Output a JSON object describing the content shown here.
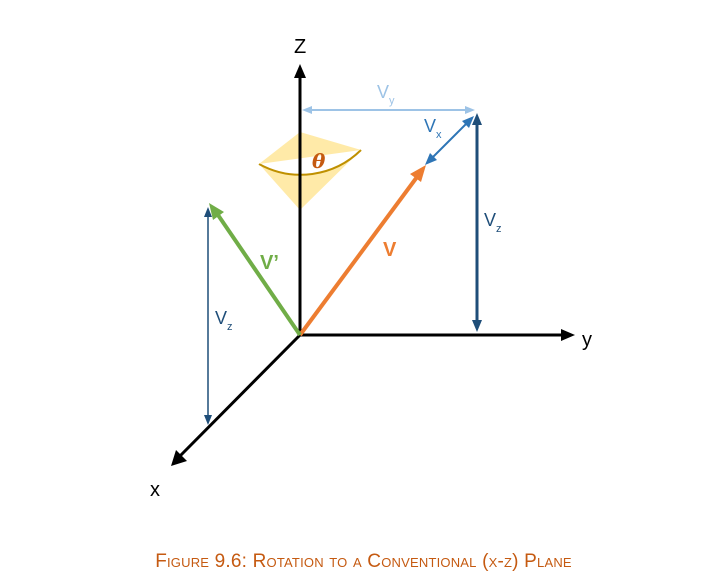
{
  "axes": {
    "z_label": "Z",
    "y_label": "y",
    "x_label": "x"
  },
  "components": {
    "vy_main": "V",
    "vy_sub": "y",
    "vx_main": "V",
    "vx_sub": "x",
    "vz_right_main": "V",
    "vz_right_sub": "z",
    "vz_left_main": "V",
    "vz_left_sub": "z"
  },
  "vectors": {
    "v_label": "V",
    "v_prime_label": "V’"
  },
  "angle": {
    "label": "θ"
  },
  "caption": "Figure 9.6: Rotation to a Conventional (x-z) Plane",
  "colors": {
    "axis": "#000000",
    "vector_v": "#ED7D31",
    "vector_v_prime": "#70AD47",
    "component_dark": "#1F4E79",
    "component_light": "#9DC3E6",
    "component_mid": "#2E75B6",
    "angle_fill": "#FFE699",
    "angle_stroke": "#BF9000",
    "caption": "#C55A11"
  }
}
